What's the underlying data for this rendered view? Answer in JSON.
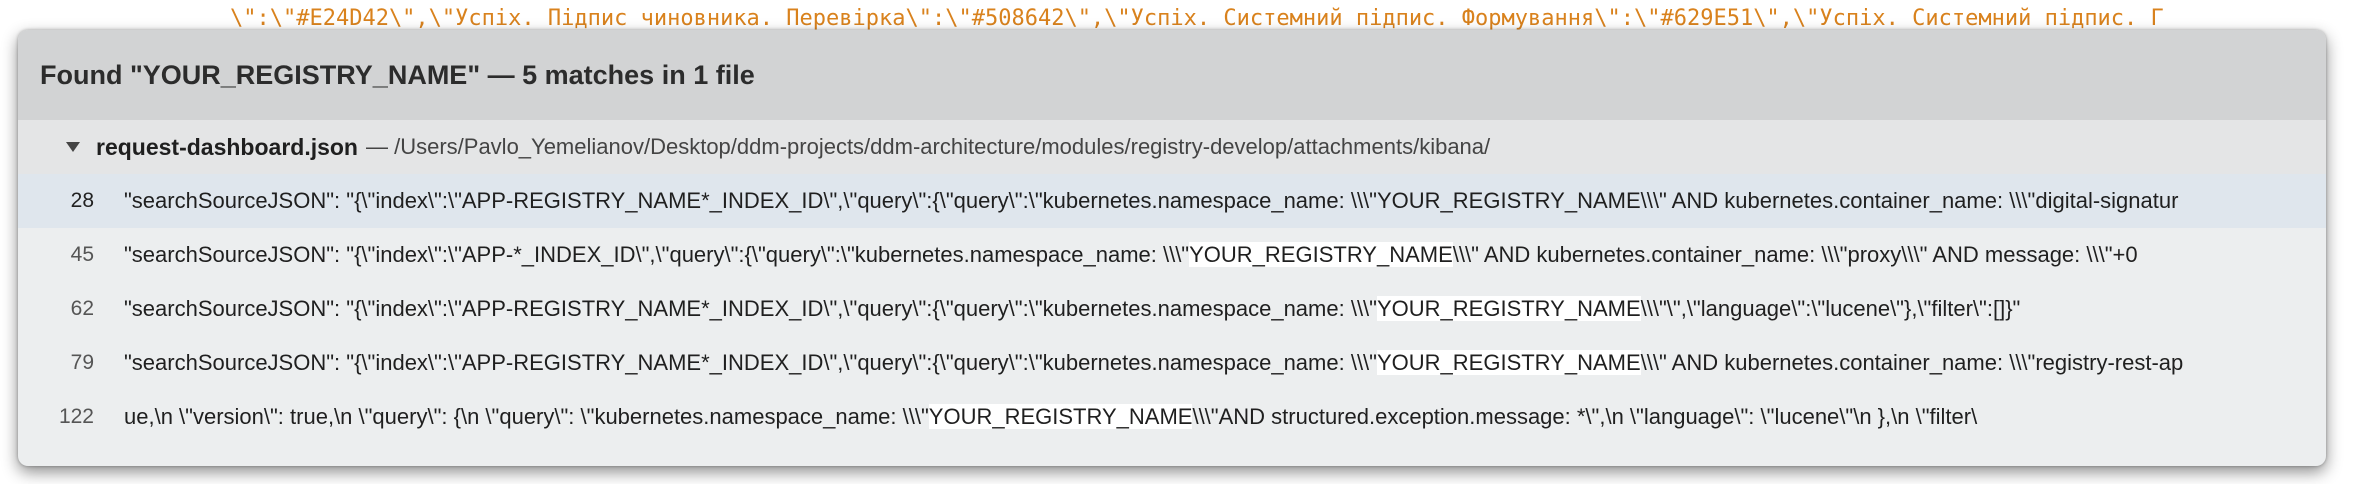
{
  "background_code": {
    "text": "\\\":\\\"#E24D42\\\",\\\"Успіх. Підпис чиновника. Перевірка\\\":\\\"#508642\\\",\\\"Успіх. Системний підпис. Формування\\\":\\\"#629E51\\\",\\\"Успіх. Системний підпис. Г"
  },
  "popup": {
    "title": "Found \"YOUR_REGISTRY_NAME\" — 5 matches in 1 file",
    "file": {
      "name": "request-dashboard.json",
      "path": "— /Users/Pavlo_Yemelianov/Desktop/ddm-projects/ddm-architecture/modules/registry-develop/attachments/kibana/"
    },
    "results": [
      {
        "line": "28",
        "before": "\"searchSourceJSON\": \"{\\\"index\\\":\\\"APP-REGISTRY_NAME*_INDEX_ID\\\",\\\"query\\\":{\\\"query\\\":\\\"kubernetes.namespace_name: \\\\\\\"",
        "match": "YOUR_REGISTRY_NAME",
        "after": "\\\\\\\" AND kubernetes.container_name: \\\\\\\"digital-signatur"
      },
      {
        "line": "45",
        "before": "\"searchSourceJSON\": \"{\\\"index\\\":\\\"APP-*_INDEX_ID\\\",\\\"query\\\":{\\\"query\\\":\\\"kubernetes.namespace_name: \\\\\\\"",
        "match": "YOUR_REGISTRY_NAME",
        "after": "\\\\\\\" AND kubernetes.container_name: \\\\\\\"proxy\\\\\\\" AND message: \\\\\\\"+0"
      },
      {
        "line": "62",
        "before": "\"searchSourceJSON\": \"{\\\"index\\\":\\\"APP-REGISTRY_NAME*_INDEX_ID\\\",\\\"query\\\":{\\\"query\\\":\\\"kubernetes.namespace_name: \\\\\\\"",
        "match": "YOUR_REGISTRY_NAME",
        "after": "\\\\\\\"\\\",\\\"language\\\":\\\"lucene\\\"},\\\"filter\\\":[]}\""
      },
      {
        "line": "79",
        "before": "\"searchSourceJSON\": \"{\\\"index\\\":\\\"APP-REGISTRY_NAME*_INDEX_ID\\\",\\\"query\\\":{\\\"query\\\":\\\"kubernetes.namespace_name: \\\\\\\"",
        "match": "YOUR_REGISTRY_NAME",
        "after": "\\\\\\\" AND kubernetes.container_name: \\\\\\\"registry-rest-ap"
      },
      {
        "line": "122",
        "before": "ue,\\n \\\"version\\\": true,\\n \\\"query\\\": {\\n \\\"query\\\": \\\"kubernetes.namespace_name: \\\\\\\"",
        "match": "YOUR_REGISTRY_NAME",
        "after": "\\\\\\\"AND structured.exception.message: *\\\",\\n \\\"language\\\": \\\"lucene\\\"\\n },\\n \\\"filter\\"
      }
    ],
    "selected_index": 0
  },
  "colors": {
    "code_orange": "#d9821d",
    "popup_bg": "#eceeef",
    "header_bg": "#d2d3d4",
    "selected_bg": "#dfe6ed",
    "match_highlight": "#ffffff"
  }
}
